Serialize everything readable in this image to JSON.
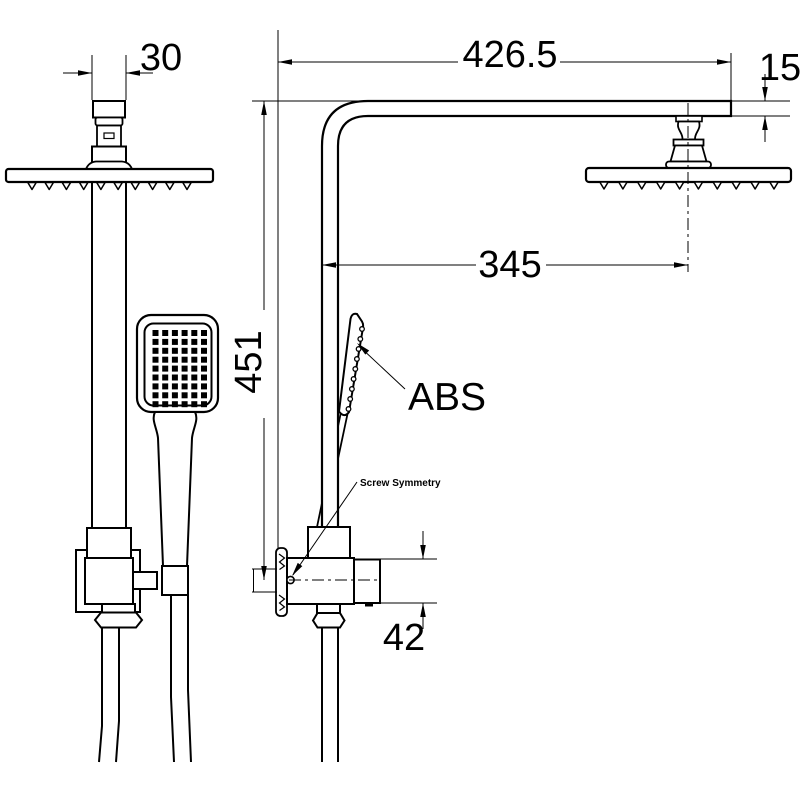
{
  "drawing": {
    "type": "technical-dimension-drawing",
    "subject": "shower column set, two orthographic views",
    "colors": {
      "line": "#000000",
      "background": "#ffffff"
    },
    "dims": {
      "arm_width": "30",
      "overall_width": "426.5",
      "arm_thickness": "15",
      "head_offset": "345",
      "riser_height": "451",
      "mixer_height": "42"
    },
    "labels": {
      "material": "ABS",
      "screw_note": "Screw Symmetry"
    },
    "handshower_grid": {
      "cols": 6,
      "rows": 9
    },
    "left_face_nozzles": 10,
    "right_face_nozzles": 10,
    "sprayer_teeth": 9
  }
}
